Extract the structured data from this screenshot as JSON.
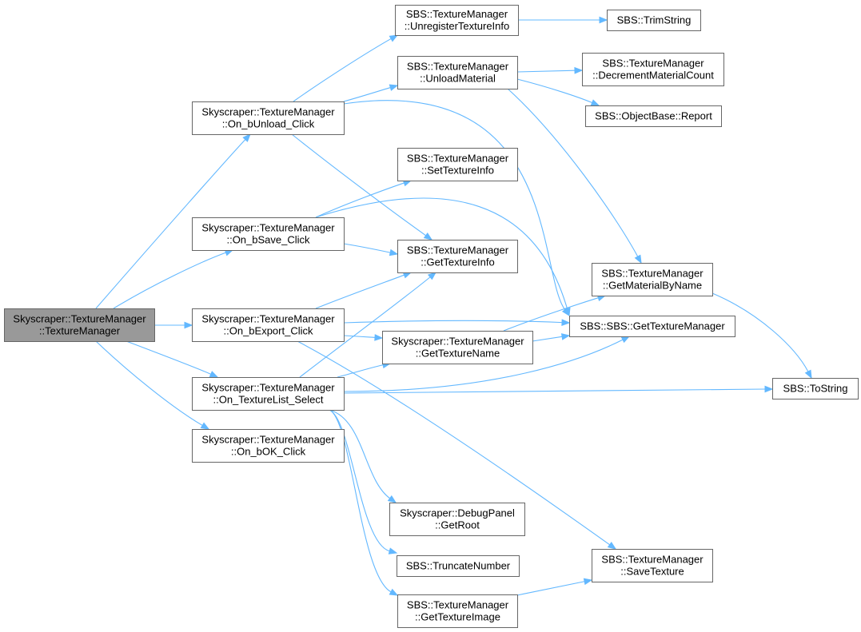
{
  "graph": {
    "colors": {
      "node_fill": "#ffffff",
      "root_fill": "#999999",
      "border": "#666666",
      "edge": "#63b8ff"
    },
    "nodes": [
      {
        "id": "tm_ctor",
        "root": true,
        "lines": [
          "Skyscraper::TextureManager",
          "::TextureManager"
        ]
      },
      {
        "id": "on_bunload",
        "lines": [
          "Skyscraper::TextureManager",
          "::On_bUnload_Click"
        ]
      },
      {
        "id": "on_bsave",
        "lines": [
          "Skyscraper::TextureManager",
          "::On_bSave_Click"
        ]
      },
      {
        "id": "on_bexport",
        "lines": [
          "Skyscraper::TextureManager",
          "::On_bExport_Click"
        ]
      },
      {
        "id": "on_texlist",
        "lines": [
          "Skyscraper::TextureManager",
          "::On_TextureList_Select"
        ]
      },
      {
        "id": "on_bok",
        "lines": [
          "Skyscraper::TextureManager",
          "::On_bOK_Click"
        ]
      },
      {
        "id": "unregister",
        "lines": [
          "SBS::TextureManager",
          "::UnregisterTextureInfo"
        ]
      },
      {
        "id": "unloadmat",
        "lines": [
          "SBS::TextureManager",
          "::UnloadMaterial"
        ]
      },
      {
        "id": "settexinfo",
        "lines": [
          "SBS::TextureManager",
          "::SetTextureInfo"
        ]
      },
      {
        "id": "gettexinfo",
        "lines": [
          "SBS::TextureManager",
          "::GetTextureInfo"
        ]
      },
      {
        "id": "gettexname",
        "lines": [
          "Skyscraper::TextureManager",
          "::GetTextureName"
        ]
      },
      {
        "id": "getroot",
        "lines": [
          "Skyscraper::DebugPanel",
          "::GetRoot"
        ]
      },
      {
        "id": "truncate",
        "lines": [
          "SBS::TruncateNumber"
        ]
      },
      {
        "id": "gettexture",
        "lines": [
          "SBS::TextureManager",
          "::GetTextureImage"
        ]
      },
      {
        "id": "trimstring",
        "lines": [
          "SBS::TrimString"
        ]
      },
      {
        "id": "decmat",
        "lines": [
          "SBS::TextureManager",
          "::DecrementMaterialCount"
        ]
      },
      {
        "id": "report",
        "lines": [
          "SBS::ObjectBase::Report"
        ]
      },
      {
        "id": "getmat",
        "lines": [
          "SBS::TextureManager",
          "::GetMaterialByName"
        ]
      },
      {
        "id": "gettm",
        "lines": [
          "SBS::SBS::GetTextureManager"
        ]
      },
      {
        "id": "tostring",
        "lines": [
          "SBS::ToString"
        ]
      },
      {
        "id": "savetex",
        "lines": [
          "SBS::TextureManager",
          "::SaveTexture"
        ]
      }
    ],
    "edges": [
      [
        "tm_ctor",
        "on_bunload"
      ],
      [
        "tm_ctor",
        "on_bsave"
      ],
      [
        "tm_ctor",
        "on_bexport"
      ],
      [
        "tm_ctor",
        "on_texlist"
      ],
      [
        "tm_ctor",
        "on_bok"
      ],
      [
        "on_bunload",
        "unregister"
      ],
      [
        "on_bunload",
        "unloadmat"
      ],
      [
        "on_bunload",
        "gettexinfo"
      ],
      [
        "on_bunload",
        "gettm"
      ],
      [
        "on_bsave",
        "settexinfo"
      ],
      [
        "on_bsave",
        "gettexinfo"
      ],
      [
        "on_bsave",
        "gettm"
      ],
      [
        "on_bexport",
        "gettexinfo"
      ],
      [
        "on_bexport",
        "gettexname"
      ],
      [
        "on_bexport",
        "gettm"
      ],
      [
        "on_bexport",
        "savetex"
      ],
      [
        "on_texlist",
        "gettexinfo"
      ],
      [
        "on_texlist",
        "gettexname"
      ],
      [
        "on_texlist",
        "gettm"
      ],
      [
        "on_texlist",
        "tostring"
      ],
      [
        "on_texlist",
        "getroot"
      ],
      [
        "on_texlist",
        "truncate"
      ],
      [
        "on_texlist",
        "gettexture"
      ],
      [
        "unregister",
        "trimstring"
      ],
      [
        "unloadmat",
        "decmat"
      ],
      [
        "unloadmat",
        "report"
      ],
      [
        "unloadmat",
        "getmat"
      ],
      [
        "gettexname",
        "getmat"
      ],
      [
        "gettexname",
        "gettm"
      ],
      [
        "getmat",
        "tostring"
      ],
      [
        "gettexture",
        "savetex"
      ]
    ]
  }
}
